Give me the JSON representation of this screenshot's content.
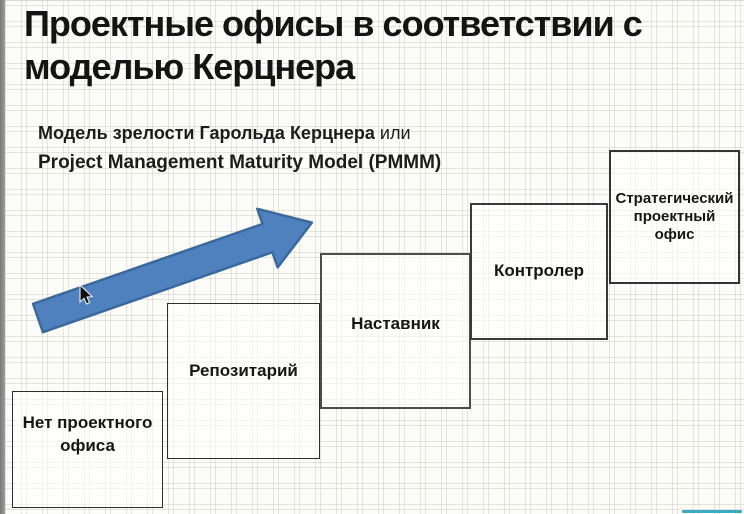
{
  "slide": {
    "title": {
      "line1": "Проектные офисы в соответствии с",
      "line2": "моделью Керцнера"
    },
    "subtitle": {
      "bold_part": "Модель зрелости Гарольда Керцнера",
      "regular_part": " или",
      "line2": "Project Management Maturity Model (PMMM)"
    }
  },
  "diagram": {
    "type": "staircase-maturity-model",
    "arrow": {
      "direction": "up-right",
      "fill": "#4e81bd",
      "border": "#3a699e"
    },
    "steps": [
      {
        "level": 1,
        "label": "Нет проектного офиса"
      },
      {
        "level": 2,
        "label": "Репозитарий"
      },
      {
        "level": 3,
        "label": "Наставник"
      },
      {
        "level": 4,
        "label": "Контролер"
      },
      {
        "level": 5,
        "label": "Стратегический проектный офис"
      }
    ]
  },
  "player": {
    "progress_color": "#3aacbe"
  }
}
